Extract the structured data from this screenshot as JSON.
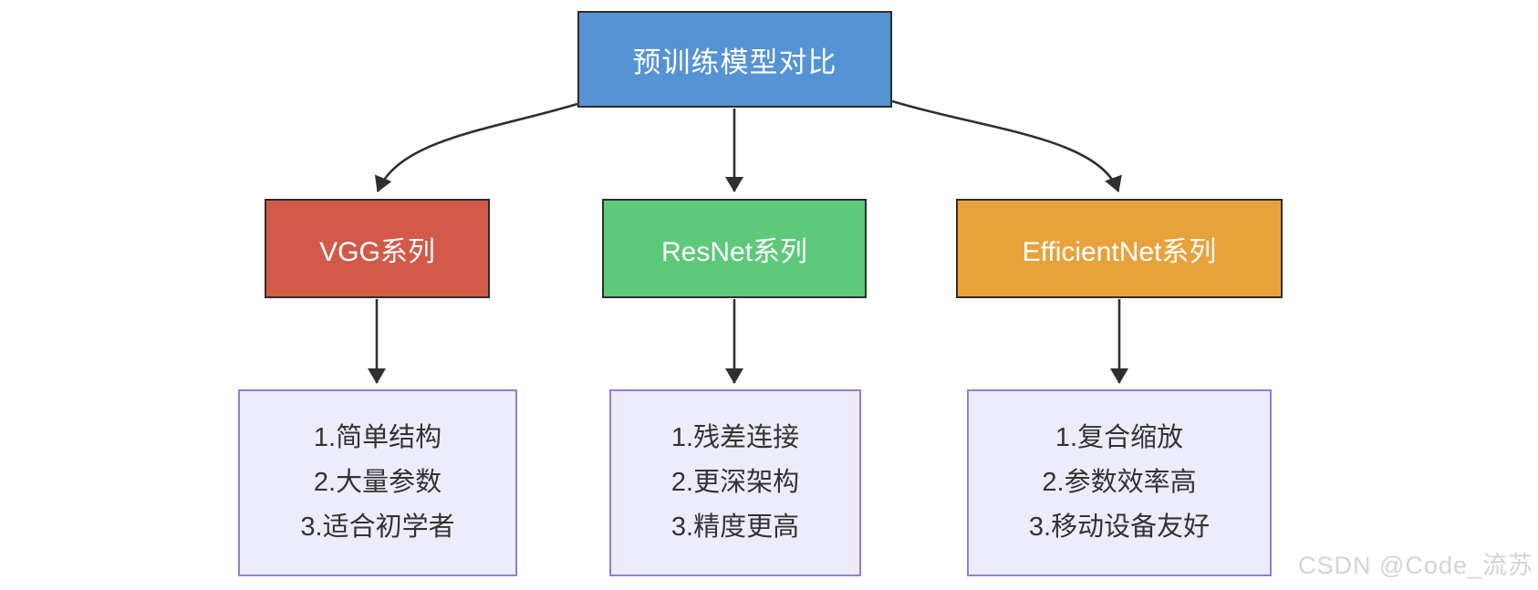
{
  "diagram": {
    "root": {
      "label": "预训练模型对比",
      "color": "#5593d4"
    },
    "branches": [
      {
        "id": "vgg",
        "label": "VGG系列",
        "color": "#d35949",
        "features": [
          "1.简单结构",
          "2.大量参数",
          "3.适合初学者"
        ]
      },
      {
        "id": "resnet",
        "label": "ResNet系列",
        "color": "#5ec87b",
        "features": [
          "1.残差连接",
          "2.更深架构",
          "3.精度更高"
        ]
      },
      {
        "id": "efficientnet",
        "label": "EfficientNet系列",
        "color": "#e8a23c",
        "features": [
          "1.复合缩放",
          "2.参数效率高",
          "3.移动设备友好"
        ]
      }
    ],
    "detail_box_style": {
      "fill": "#edecfb",
      "border": "#8f7fd8"
    },
    "connector_color": "#333333"
  },
  "watermark": {
    "text": "CSDN @Code_流苏"
  }
}
